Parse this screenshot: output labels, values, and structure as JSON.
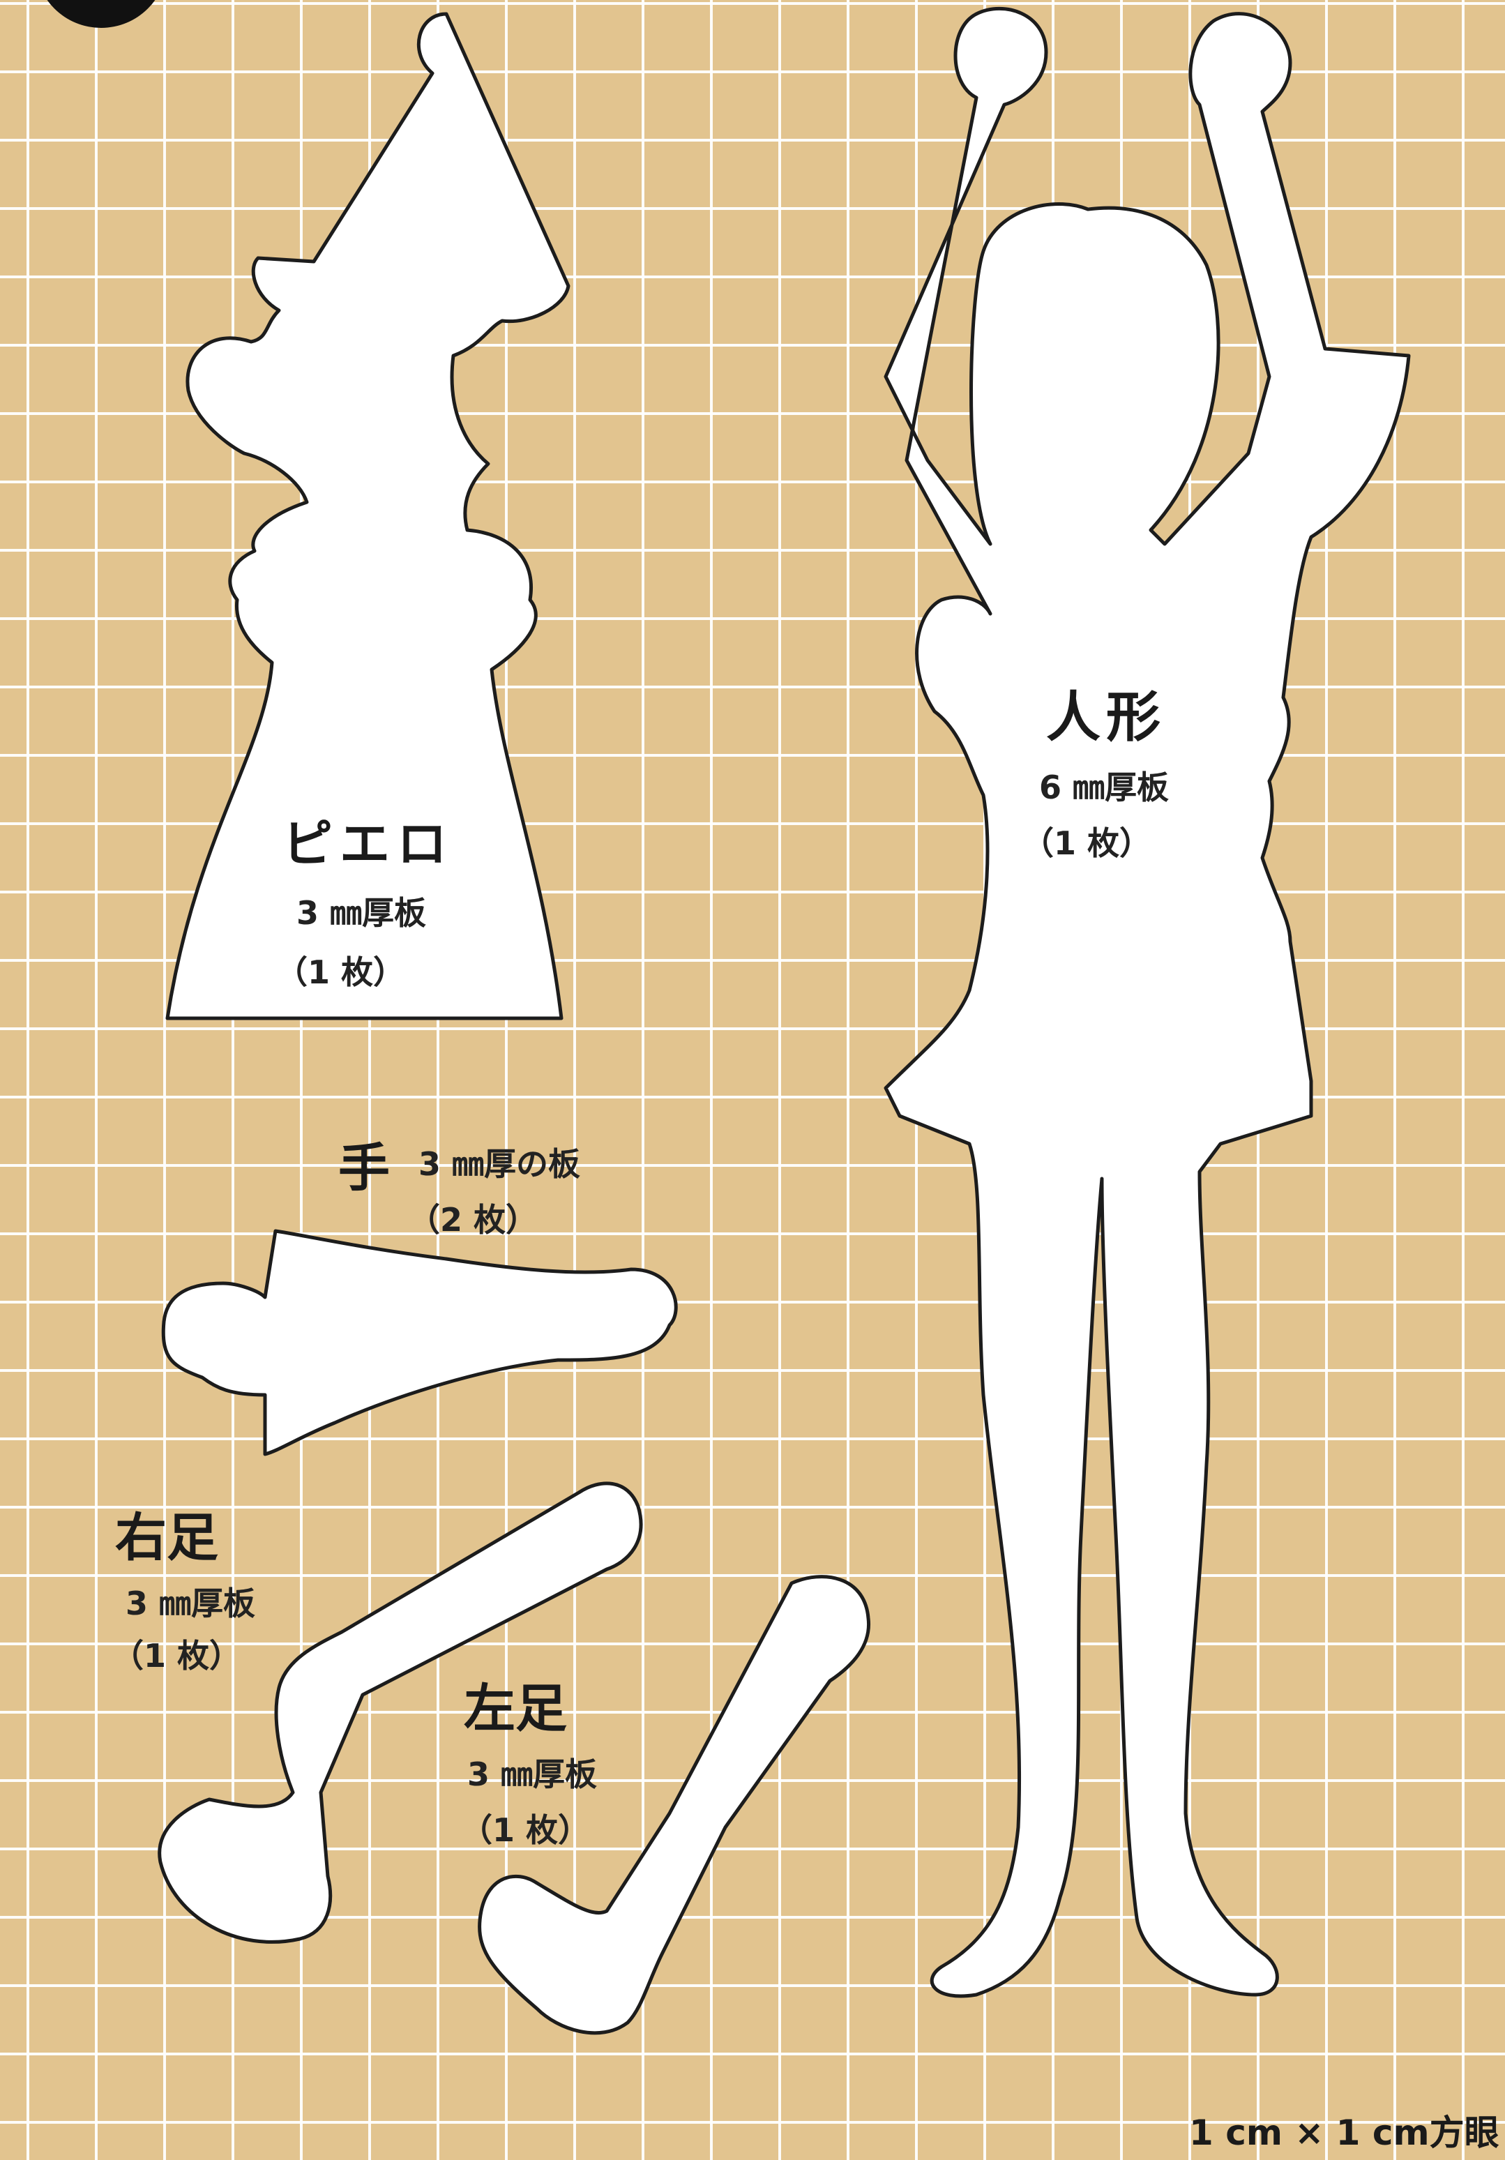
{
  "grid_unit": "1 cm × 1 cm",
  "parts": {
    "clown": {
      "name": "ピエロ",
      "thickness": "3 ㎜厚板",
      "count": "（1 枚）"
    },
    "doll": {
      "name": "人形",
      "thickness": "6 ㎜厚板",
      "count": "（1 枚）"
    },
    "hand": {
      "name": "手",
      "thickness": "3 ㎜厚の板",
      "count": "（2 枚）"
    },
    "right_leg": {
      "name": "右足",
      "thickness": "3 ㎜厚板",
      "count": "（1 枚）"
    },
    "left_leg": {
      "name": "左足",
      "thickness": "3 ㎜厚板",
      "count": "（1 枚）"
    }
  },
  "footer_note": "1 cm × 1 cm方眼",
  "colors": {
    "paper": "#e2c48f",
    "grid": "#ffffff",
    "outline": "#1c1c1c",
    "piece": "#ffffff"
  }
}
